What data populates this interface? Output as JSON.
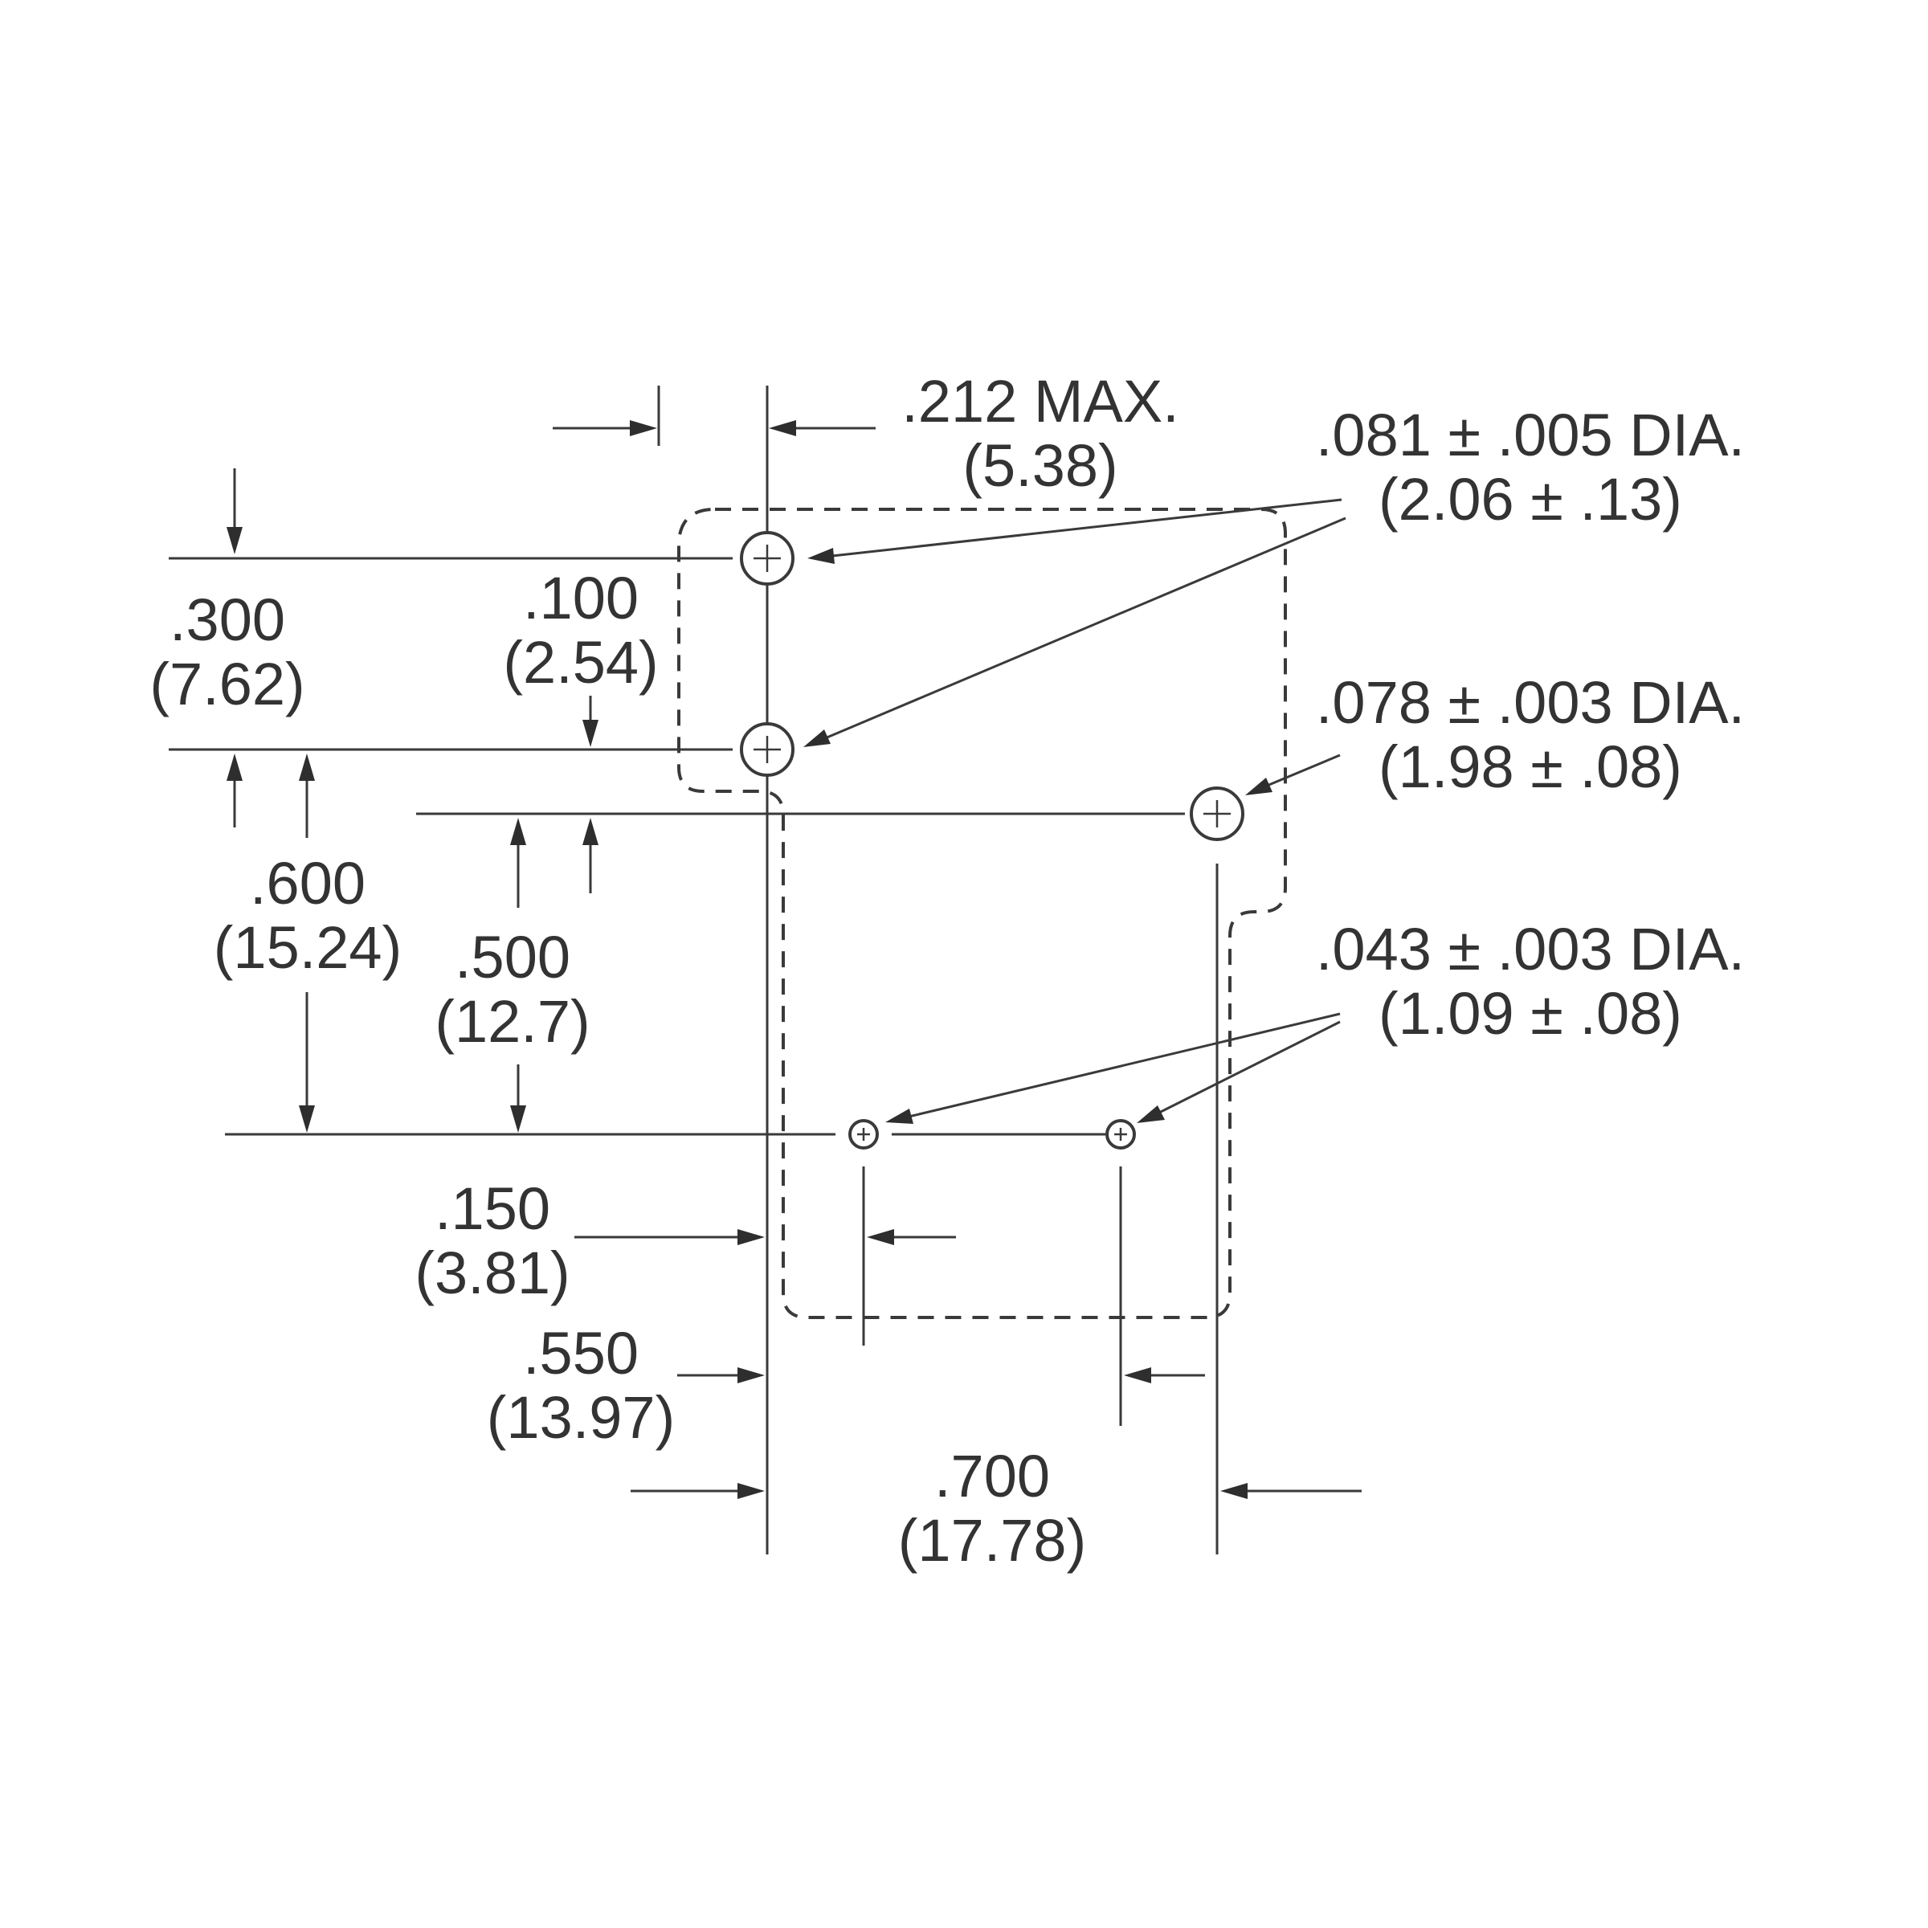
{
  "dimensions": {
    "body_max_width": {
      "in": ".212 MAX.",
      "mm": "(5.38)"
    },
    "pin_pitch_top": {
      "in": ".300",
      "mm": "(7.62)"
    },
    "pin_offset": {
      "in": ".100",
      "mm": "(2.54)"
    },
    "total_height": {
      "in": ".600",
      "mm": "(15.24)"
    },
    "mid_height": {
      "in": ".500",
      "mm": "(12.7)"
    },
    "left_offset_small_pin": {
      "in": ".150",
      "mm": "(3.81)"
    },
    "offset_second_small_pin": {
      "in": ".550",
      "mm": "(13.97)"
    },
    "total_width": {
      "in": ".700",
      "mm": "(17.78)"
    }
  },
  "hole_callouts": {
    "large_holes": {
      "in": ".081 ± .005 DIA.",
      "mm": "(2.06 ± .13)"
    },
    "medium_hole": {
      "in": ".078 ± .003 DIA.",
      "mm": "(1.98 ± .08)"
    },
    "small_holes": {
      "in": ".043 ± .003 DIA.",
      "mm": "(1.09 ± .08)"
    }
  }
}
